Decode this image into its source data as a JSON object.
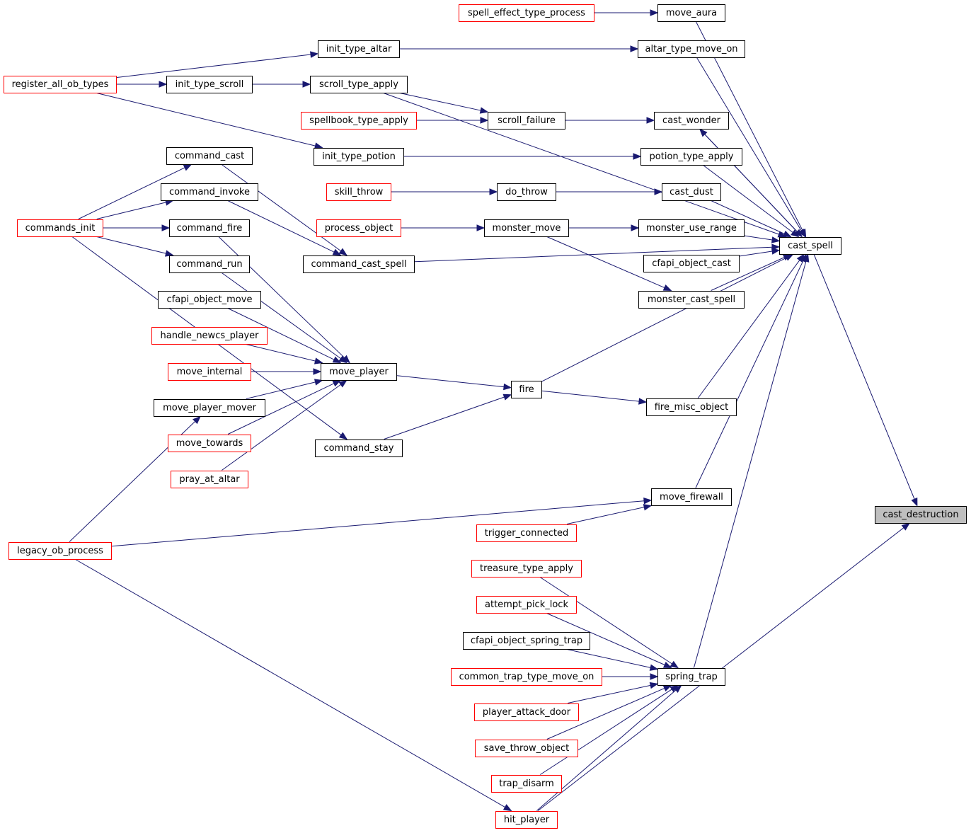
{
  "colors": {
    "edge": "#191970",
    "node_border": "#000000",
    "incomplete_border": "#ff0000",
    "focus_fill": "#bfbfbf"
  },
  "nodes": [
    {
      "id": "cast_destruction",
      "label": "cast_destruction",
      "style": "focus"
    },
    {
      "id": "cast_spell",
      "label": "cast_spell",
      "style": "normal"
    },
    {
      "id": "spell_effect_type_process",
      "label": "spell_effect_type_process",
      "style": "incomplete"
    },
    {
      "id": "move_aura",
      "label": "move_aura",
      "style": "normal"
    },
    {
      "id": "init_type_altar",
      "label": "init_type_altar",
      "style": "normal"
    },
    {
      "id": "altar_type_move_on",
      "label": "altar_type_move_on",
      "style": "normal"
    },
    {
      "id": "register_all_ob_types",
      "label": "register_all_ob_types",
      "style": "incomplete"
    },
    {
      "id": "init_type_scroll",
      "label": "init_type_scroll",
      "style": "normal"
    },
    {
      "id": "scroll_type_apply",
      "label": "scroll_type_apply",
      "style": "normal"
    },
    {
      "id": "spellbook_type_apply",
      "label": "spellbook_type_apply",
      "style": "incomplete"
    },
    {
      "id": "scroll_failure",
      "label": "scroll_failure",
      "style": "normal"
    },
    {
      "id": "cast_wonder",
      "label": "cast_wonder",
      "style": "normal"
    },
    {
      "id": "command_cast",
      "label": "command_cast",
      "style": "normal"
    },
    {
      "id": "init_type_potion",
      "label": "init_type_potion",
      "style": "normal"
    },
    {
      "id": "potion_type_apply",
      "label": "potion_type_apply",
      "style": "normal"
    },
    {
      "id": "command_invoke",
      "label": "command_invoke",
      "style": "normal"
    },
    {
      "id": "skill_throw",
      "label": "skill_throw",
      "style": "incomplete"
    },
    {
      "id": "do_throw",
      "label": "do_throw",
      "style": "normal"
    },
    {
      "id": "cast_dust",
      "label": "cast_dust",
      "style": "normal"
    },
    {
      "id": "commands_init",
      "label": "commands_init",
      "style": "incomplete"
    },
    {
      "id": "command_fire",
      "label": "command_fire",
      "style": "normal"
    },
    {
      "id": "process_object",
      "label": "process_object",
      "style": "incomplete"
    },
    {
      "id": "monster_move",
      "label": "monster_move",
      "style": "normal"
    },
    {
      "id": "monster_use_range",
      "label": "monster_use_range",
      "style": "normal"
    },
    {
      "id": "cfapi_object_cast",
      "label": "cfapi_object_cast",
      "style": "normal"
    },
    {
      "id": "command_run",
      "label": "command_run",
      "style": "normal"
    },
    {
      "id": "command_cast_spell",
      "label": "command_cast_spell",
      "style": "normal"
    },
    {
      "id": "cfapi_object_move",
      "label": "cfapi_object_move",
      "style": "normal"
    },
    {
      "id": "monster_cast_spell",
      "label": "monster_cast_spell",
      "style": "normal"
    },
    {
      "id": "handle_newcs_player",
      "label": "handle_newcs_player",
      "style": "incomplete"
    },
    {
      "id": "move_internal",
      "label": "move_internal",
      "style": "incomplete"
    },
    {
      "id": "move_player",
      "label": "move_player",
      "style": "normal"
    },
    {
      "id": "fire",
      "label": "fire",
      "style": "normal"
    },
    {
      "id": "move_player_mover",
      "label": "move_player_mover",
      "style": "normal"
    },
    {
      "id": "fire_misc_object",
      "label": "fire_misc_object",
      "style": "normal"
    },
    {
      "id": "move_towards",
      "label": "move_towards",
      "style": "incomplete"
    },
    {
      "id": "command_stay",
      "label": "command_stay",
      "style": "normal"
    },
    {
      "id": "pray_at_altar",
      "label": "pray_at_altar",
      "style": "incomplete"
    },
    {
      "id": "move_firewall",
      "label": "move_firewall",
      "style": "normal"
    },
    {
      "id": "trigger_connected",
      "label": "trigger_connected",
      "style": "incomplete"
    },
    {
      "id": "legacy_ob_process",
      "label": "legacy_ob_process",
      "style": "incomplete"
    },
    {
      "id": "treasure_type_apply",
      "label": "treasure_type_apply",
      "style": "incomplete"
    },
    {
      "id": "attempt_pick_lock",
      "label": "attempt_pick_lock",
      "style": "incomplete"
    },
    {
      "id": "cfapi_object_spring_trap",
      "label": "cfapi_object_spring_trap",
      "style": "normal"
    },
    {
      "id": "common_trap_type_move_on",
      "label": "common_trap_type_move_on",
      "style": "incomplete"
    },
    {
      "id": "spring_trap",
      "label": "spring_trap",
      "style": "normal"
    },
    {
      "id": "player_attack_door",
      "label": "player_attack_door",
      "style": "incomplete"
    },
    {
      "id": "save_throw_object",
      "label": "save_throw_object",
      "style": "incomplete"
    },
    {
      "id": "trap_disarm",
      "label": "trap_disarm",
      "style": "incomplete"
    },
    {
      "id": "hit_player",
      "label": "hit_player",
      "style": "incomplete"
    }
  ],
  "edges": [
    [
      "cast_spell",
      "cast_destruction"
    ],
    [
      "hit_player",
      "cast_destruction"
    ],
    [
      "move_aura",
      "cast_spell"
    ],
    [
      "altar_type_move_on",
      "cast_spell"
    ],
    [
      "scroll_type_apply",
      "cast_spell"
    ],
    [
      "cast_wonder",
      "cast_spell"
    ],
    [
      "potion_type_apply",
      "cast_spell"
    ],
    [
      "cast_dust",
      "cast_spell"
    ],
    [
      "monster_use_range",
      "cast_spell"
    ],
    [
      "cfapi_object_cast",
      "cast_spell"
    ],
    [
      "monster_cast_spell",
      "cast_spell"
    ],
    [
      "command_cast_spell",
      "cast_spell"
    ],
    [
      "fire",
      "cast_spell"
    ],
    [
      "fire_misc_object",
      "cast_spell"
    ],
    [
      "move_firewall",
      "cast_spell"
    ],
    [
      "spring_trap",
      "cast_spell"
    ],
    [
      "spell_effect_type_process",
      "move_aura"
    ],
    [
      "init_type_altar",
      "altar_type_move_on"
    ],
    [
      "register_all_ob_types",
      "init_type_altar"
    ],
    [
      "register_all_ob_types",
      "init_type_scroll"
    ],
    [
      "register_all_ob_types",
      "init_type_potion"
    ],
    [
      "init_type_scroll",
      "scroll_type_apply"
    ],
    [
      "scroll_type_apply",
      "scroll_failure"
    ],
    [
      "spellbook_type_apply",
      "scroll_failure"
    ],
    [
      "scroll_failure",
      "cast_wonder"
    ],
    [
      "cast_spell",
      "cast_wonder"
    ],
    [
      "init_type_potion",
      "potion_type_apply"
    ],
    [
      "skill_throw",
      "do_throw"
    ],
    [
      "do_throw",
      "cast_dust"
    ],
    [
      "process_object",
      "monster_move"
    ],
    [
      "monster_move",
      "monster_use_range"
    ],
    [
      "monster_move",
      "monster_cast_spell"
    ],
    [
      "commands_init",
      "command_cast"
    ],
    [
      "commands_init",
      "command_invoke"
    ],
    [
      "commands_init",
      "command_fire"
    ],
    [
      "commands_init",
      "command_run"
    ],
    [
      "commands_init",
      "command_stay"
    ],
    [
      "command_cast",
      "command_cast_spell"
    ],
    [
      "command_invoke",
      "command_cast_spell"
    ],
    [
      "command_fire",
      "move_player"
    ],
    [
      "command_run",
      "move_player"
    ],
    [
      "cfapi_object_move",
      "move_player"
    ],
    [
      "handle_newcs_player",
      "move_player"
    ],
    [
      "move_internal",
      "move_player"
    ],
    [
      "move_player_mover",
      "move_player"
    ],
    [
      "move_towards",
      "move_player"
    ],
    [
      "pray_at_altar",
      "move_player"
    ],
    [
      "move_player",
      "fire"
    ],
    [
      "command_stay",
      "fire"
    ],
    [
      "fire",
      "fire_misc_object"
    ],
    [
      "legacy_ob_process",
      "move_player_mover"
    ],
    [
      "legacy_ob_process",
      "move_firewall"
    ],
    [
      "trigger_connected",
      "move_firewall"
    ],
    [
      "legacy_ob_process",
      "hit_player"
    ],
    [
      "treasure_type_apply",
      "spring_trap"
    ],
    [
      "attempt_pick_lock",
      "spring_trap"
    ],
    [
      "cfapi_object_spring_trap",
      "spring_trap"
    ],
    [
      "common_trap_type_move_on",
      "spring_trap"
    ],
    [
      "player_attack_door",
      "spring_trap"
    ],
    [
      "save_throw_object",
      "spring_trap"
    ],
    [
      "trap_disarm",
      "spring_trap"
    ],
    [
      "hit_player",
      "spring_trap"
    ]
  ]
}
